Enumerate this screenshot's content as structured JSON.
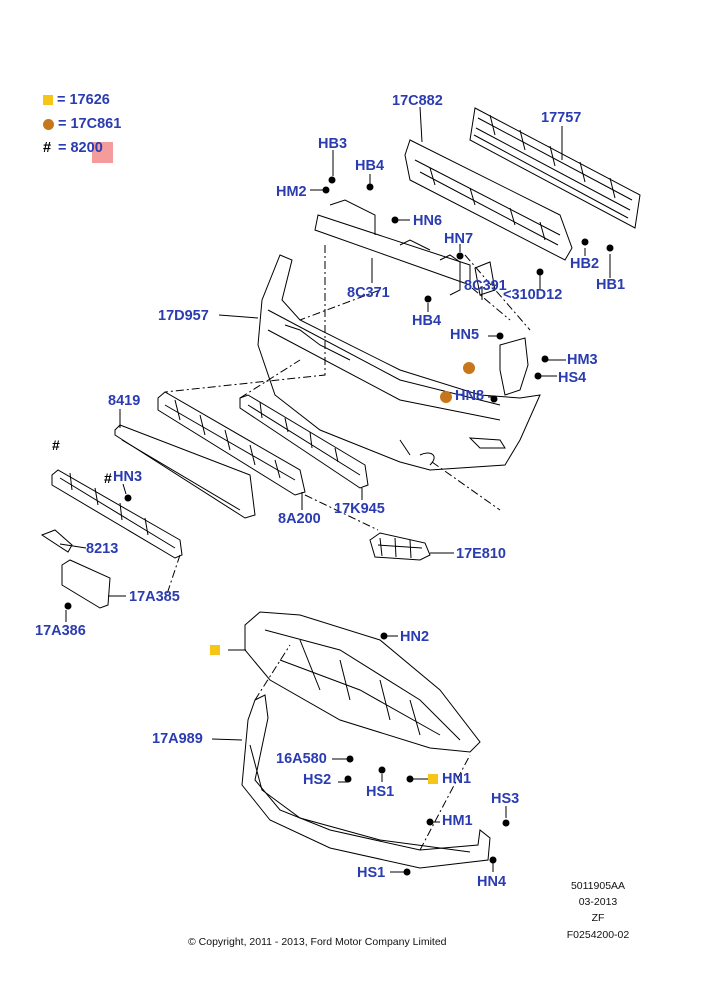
{
  "legend": [
    {
      "swatch": "square",
      "color": "#f5c518",
      "text": "= 17626"
    },
    {
      "swatch": "circle",
      "color": "#c8761c",
      "text": "= 17C861"
    },
    {
      "swatch": "hash",
      "symbol": "#",
      "text": "= 8200"
    }
  ],
  "labels": {
    "17C882": "17C882",
    "17757": "17757",
    "HB3": "HB3",
    "HB4": "HB4",
    "HM2": "HM2",
    "HN6": "HN6",
    "HN7": "HN7",
    "HB2": "HB2",
    "HB1": "HB1",
    "8C371": "8C371",
    "8C391": "8C391",
    "310D12": "<310D12",
    "17D957": "17D957",
    "HB4b": "HB4",
    "HN5": "HN5",
    "HM3": "HM3",
    "HS4": "HS4",
    "HN8": "HN8",
    "8419": "8419",
    "HN3": "HN3",
    "8213": "8213",
    "8A200": "8A200",
    "17K945": "17K945",
    "17E810": "17E810",
    "17A385": "17A385",
    "17A386": "17A386",
    "HN2": "HN2",
    "17A989": "17A989",
    "16A580": "16A580",
    "HS2": "HS2",
    "HS1a": "HS1",
    "HN1": "HN1",
    "HS3": "HS3",
    "HM1": "HM1",
    "HS1b": "HS1",
    "HN4": "HN4"
  },
  "hash_marks": {
    "grille": "#",
    "hn3": "#"
  },
  "doc_info": {
    "code": "5011905AA",
    "date": "03-2013",
    "zf": "ZF",
    "fig": "F0254200-02"
  },
  "copyright": "© Copyright, 2011 - 2013, Ford Motor Company Limited",
  "colors": {
    "label": "#2a3cb0",
    "square_marker": "#f5c518",
    "circle_marker": "#c8761c",
    "highlight": "#f28b8b"
  }
}
